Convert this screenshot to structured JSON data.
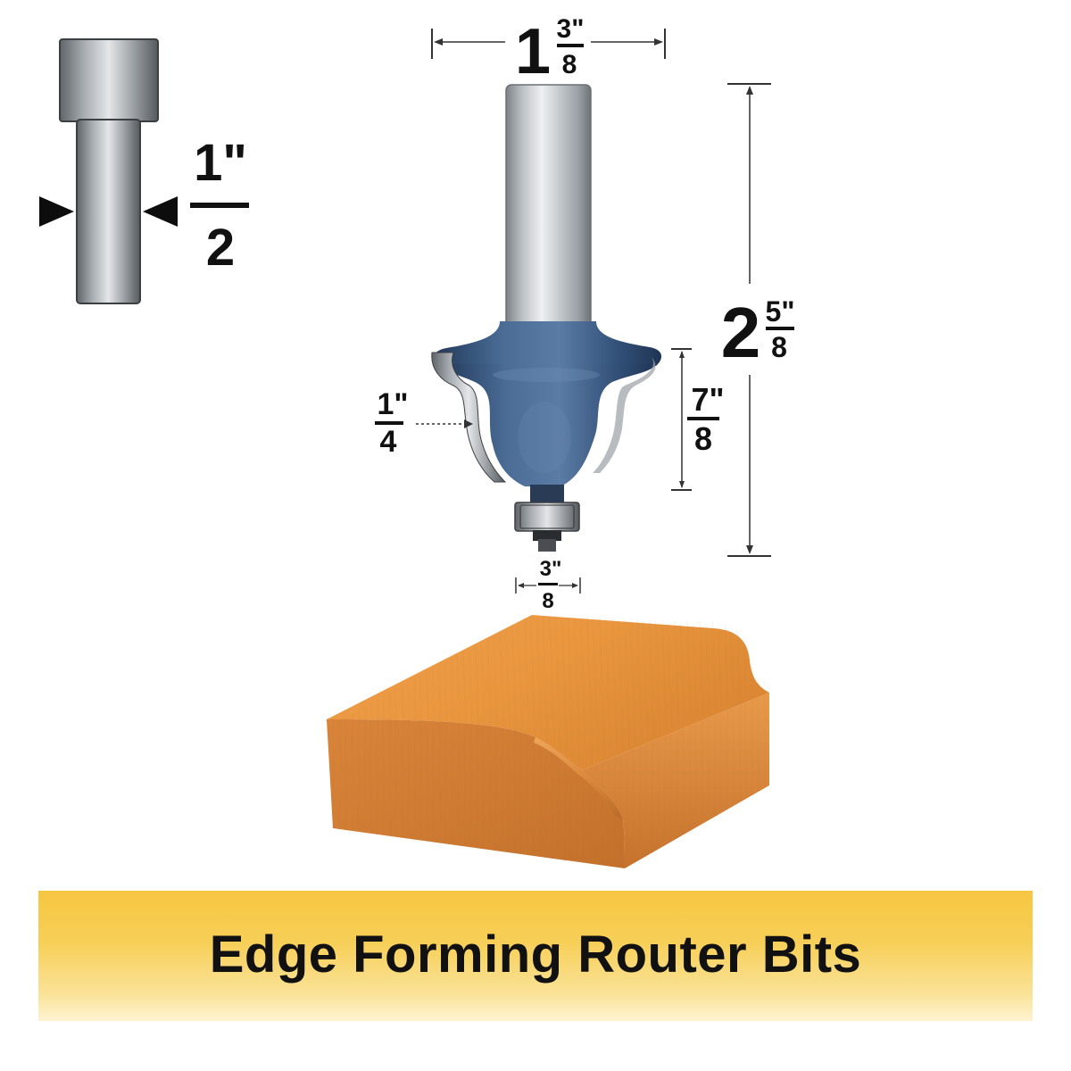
{
  "shank_diameter": {
    "whole": "",
    "numerator": "1\"",
    "denominator": "2"
  },
  "cutting_diameter": {
    "whole": "1",
    "numerator": "3\"",
    "denominator": "8"
  },
  "overall_length": {
    "whole": "2",
    "numerator": "5\"",
    "denominator": "8"
  },
  "cutting_length": {
    "numerator": "7\"",
    "denominator": "8"
  },
  "bead_radius": {
    "numerator": "1\"",
    "denominator": "4"
  },
  "bearing_diameter": {
    "numerator": "3\"",
    "denominator": "8"
  },
  "banner": {
    "title": "Edge Forming Router Bits"
  },
  "colors": {
    "bit_body": "#3f5f85",
    "shank_steel": "#b7bcc1",
    "wood": "#e0913d",
    "banner": "#f6c640"
  }
}
